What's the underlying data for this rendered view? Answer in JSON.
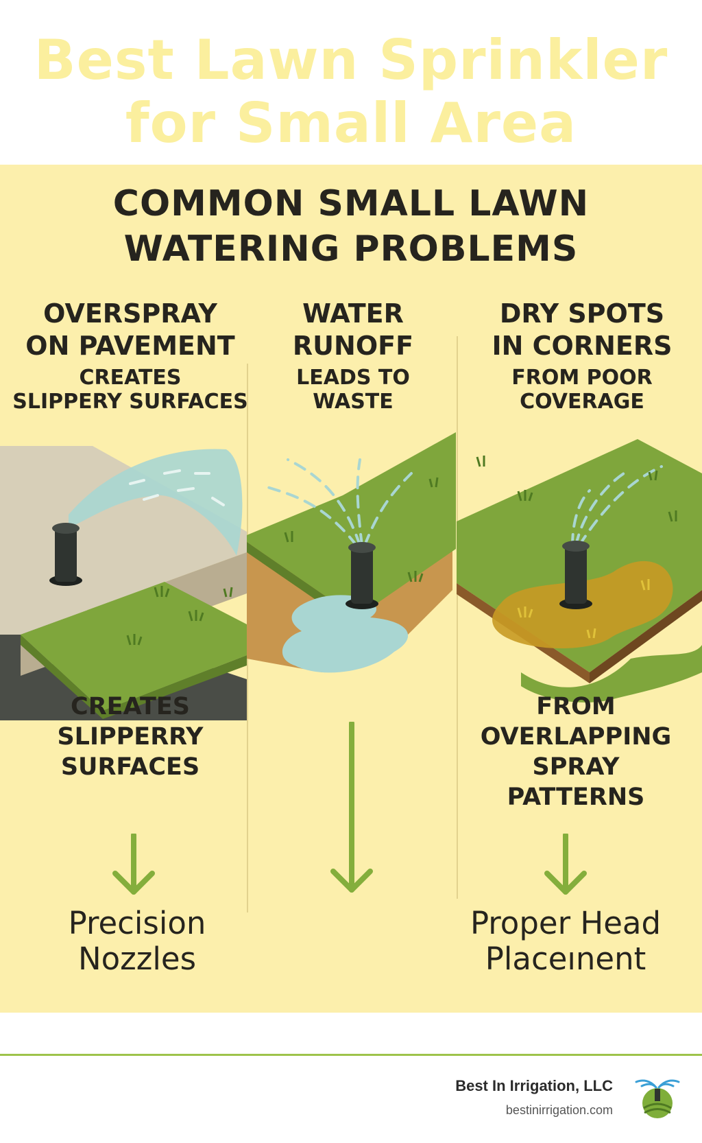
{
  "hero": {
    "title_line1": "Best Lawn Sprinkler",
    "title_line2": "for Small Area"
  },
  "panel": {
    "title_line1": "COMMON SMALL LAWN",
    "title_line2": "WATERING PROBLEMS",
    "columns": [
      {
        "heading_line1": "OVERSPRAY",
        "heading_line2": "ON PAVEMENT",
        "sub_line1": "CREATES",
        "sub_line2": "SLIPPERY SURFACES",
        "note_line1": "CREATES",
        "note_line2": "SLIPPERRY",
        "note_line3": "SURFACES",
        "solution_line1": "Precision",
        "solution_line2": "Nozzles"
      },
      {
        "heading_line1": "WATER",
        "heading_line2": "RUNOFF",
        "sub_line1": "LEADS TO",
        "sub_line2": "WASTE"
      },
      {
        "heading_line1": "DRY SPOTS",
        "heading_line2": "IN CORNERS",
        "sub_line1": "FROM POOR",
        "sub_line2": "COVERAGE",
        "note_line1": "FROM",
        "note_line2": "OVERLAPPING",
        "note_line3": "SPRAY PATTERNS",
        "solution_line1": "Proper Head",
        "solution_line2": "Placeınent"
      }
    ]
  },
  "footer": {
    "company": "Best In Irrigation, LLC",
    "website": "bestinirrigation.com"
  },
  "colors": {
    "panel_bg": "#fcefac",
    "hero_title": "#fbef9e",
    "grass": "#7fa63c",
    "soil": "#c8964e",
    "water": "#a9d6d2",
    "pavement": "#d7cfb8",
    "sprinkler": "#2f3430",
    "arrow": "#84ae3c",
    "dry_patch": "#c89a24"
  },
  "icons": [
    "sprinkler-head-icon",
    "water-spray-icon",
    "down-arrow-icon",
    "irrigation-logo-icon"
  ]
}
